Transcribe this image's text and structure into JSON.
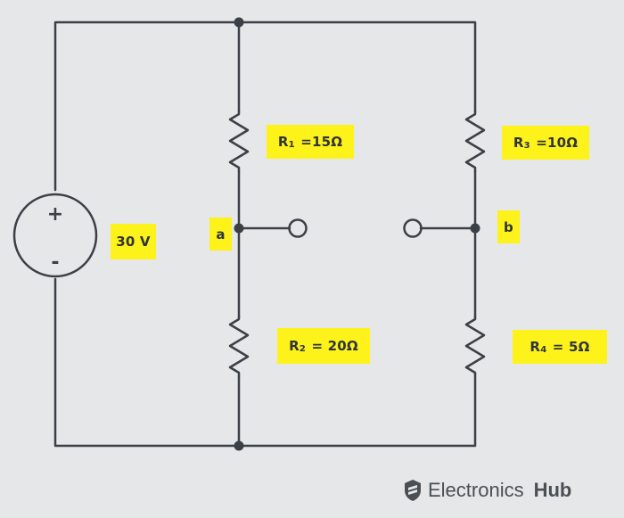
{
  "source": {
    "label": "30 V",
    "plus": "+",
    "minus": "-"
  },
  "resistors": [
    {
      "id": "R1",
      "letter": "R",
      "index": "1",
      "value": "=15Ω"
    },
    {
      "id": "R2",
      "letter": "R",
      "index": "2",
      "value": "= 20Ω"
    },
    {
      "id": "R3",
      "letter": "R",
      "index": "3",
      "value": "=10Ω"
    },
    {
      "id": "R4",
      "letter": "R",
      "index": "4",
      "value": "= 5Ω"
    }
  ],
  "nodes": {
    "a": "a",
    "b": "b"
  },
  "brand": {
    "name_regular": "Electronics",
    "name_bold": "Hub",
    "logo_icon": "electronicshub-logo-icon"
  },
  "colors": {
    "wire": "#3a4046",
    "label_bg": "#fdf21a",
    "background": "#e6e7e8"
  }
}
